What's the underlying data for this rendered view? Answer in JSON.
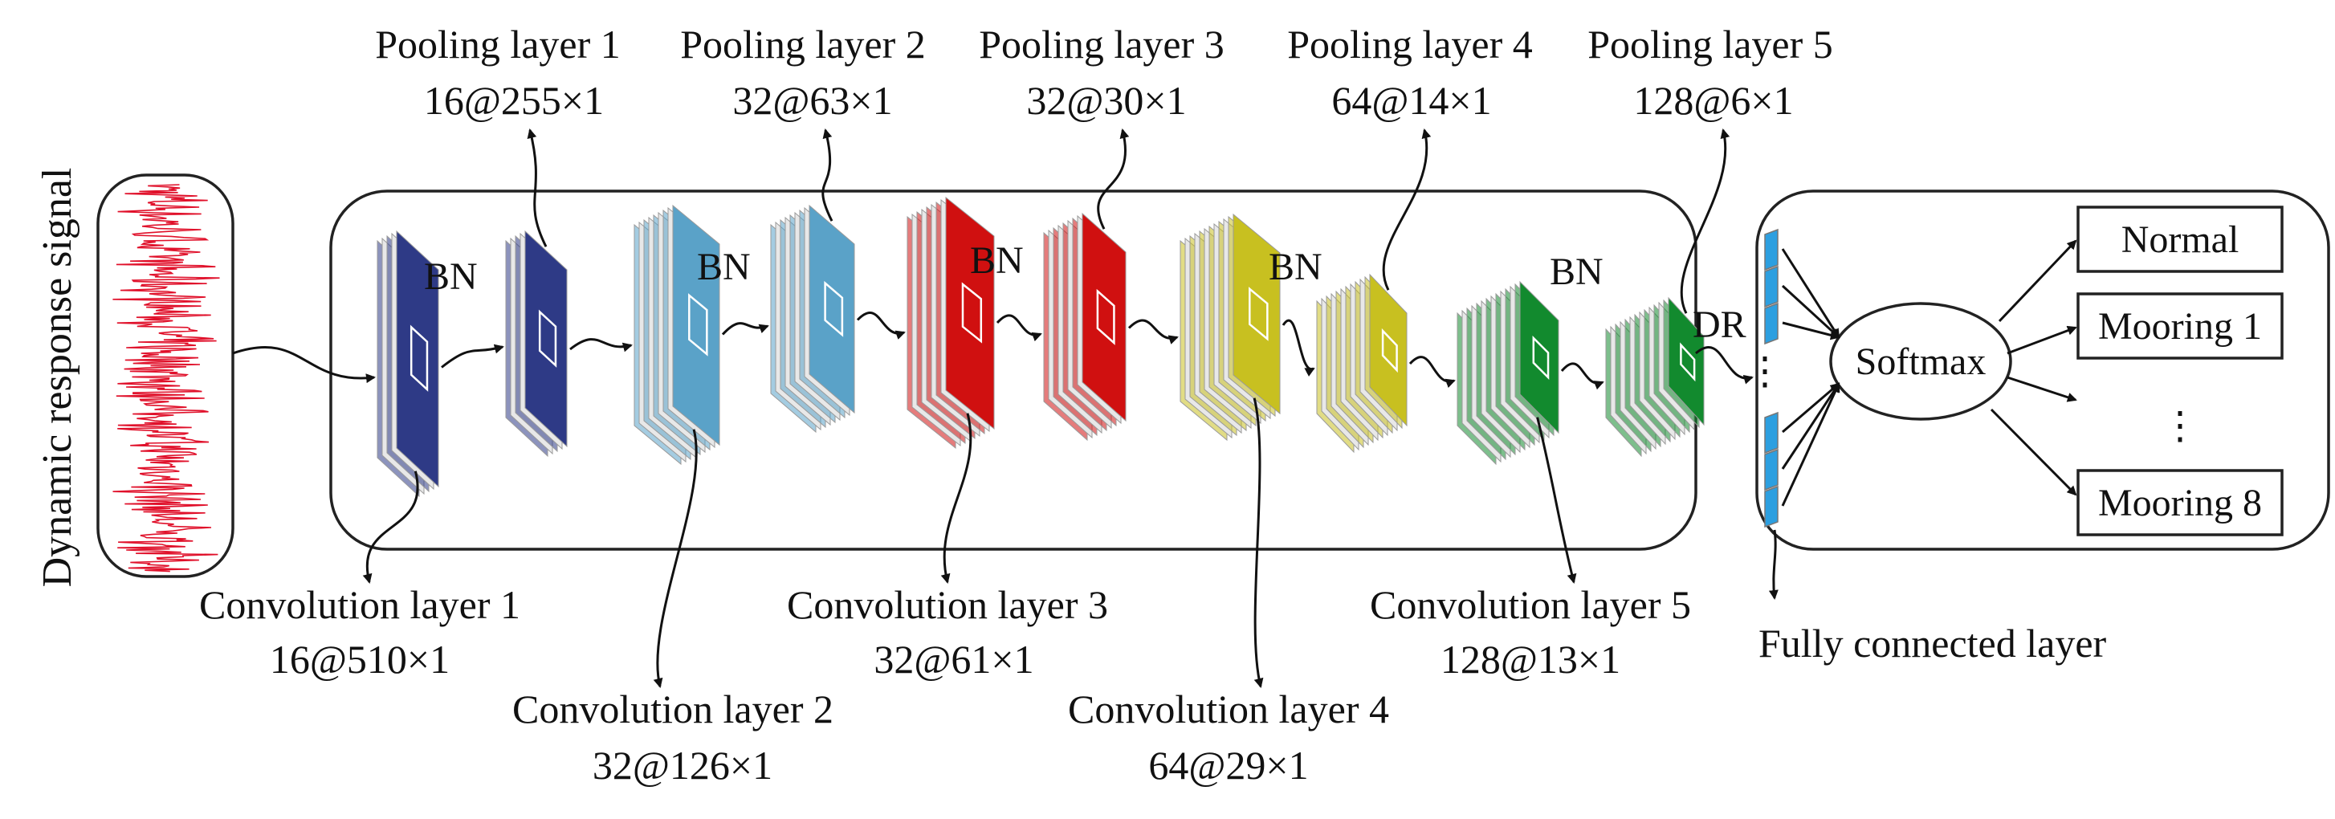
{
  "input": {
    "label": "Dynamic response signal"
  },
  "pooling_layers": [
    {
      "name": "Pooling layer 1",
      "dims": "16@255×1"
    },
    {
      "name": "Pooling layer 2",
      "dims": "32@63×1"
    },
    {
      "name": "Pooling layer 3",
      "dims": "32@30×1"
    },
    {
      "name": "Pooling layer 4",
      "dims": "64@14×1"
    },
    {
      "name": "Pooling layer 5",
      "dims": "128@6×1"
    }
  ],
  "convolution_layers": [
    {
      "name": "Convolution layer 1",
      "dims": "16@510×1"
    },
    {
      "name": "Convolution layer 2",
      "dims": "32@126×1"
    },
    {
      "name": "Convolution layer 3",
      "dims": "32@61×1"
    },
    {
      "name": "Convolution layer 4",
      "dims": "64@29×1"
    },
    {
      "name": "Convolution layer 5",
      "dims": "128@13×1"
    }
  ],
  "bn_labels": [
    "BN",
    "BN",
    "BN",
    "BN",
    "BN"
  ],
  "dropout_label": "DR",
  "classifier": {
    "softmax_label": "Softmax",
    "fc_label": "Fully connected layer",
    "outputs": [
      "Normal",
      "Mooring 1",
      "Mooring 8"
    ],
    "ellipsis": "⋮"
  },
  "colors": {
    "layer1": "#2e3a86",
    "layer2": "#5aa2c8",
    "layer3": "#d01010",
    "layer4": "#c8c020",
    "layer5": "#128a2e",
    "signal": "#e0102a",
    "fc_unit": "#2c9fe0"
  },
  "icons": [
    "arrow-icon",
    "curved-connector-icon",
    "filter-window-icon"
  ]
}
